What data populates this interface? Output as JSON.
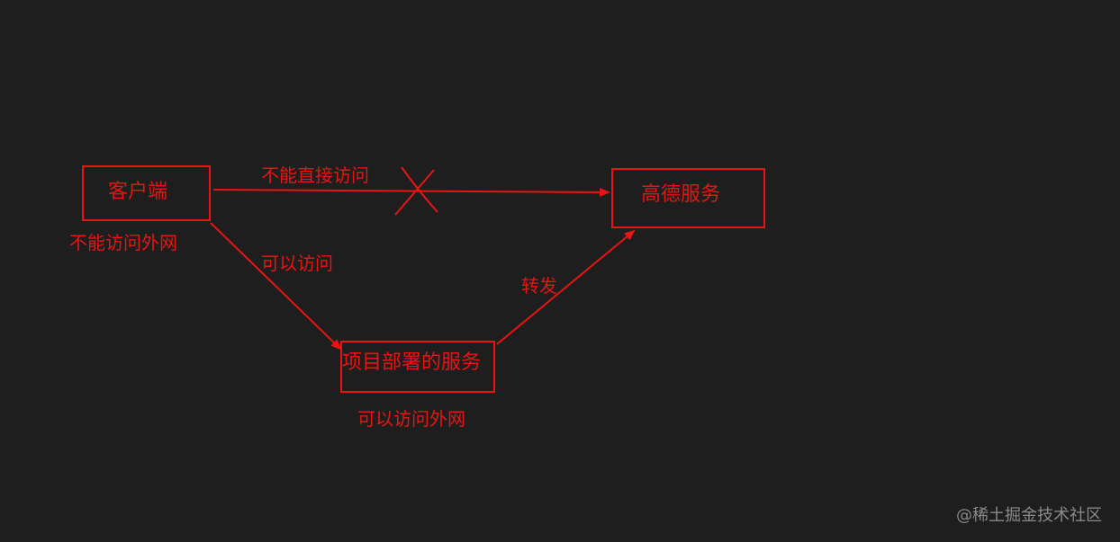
{
  "nodes": {
    "client": {
      "label": "客户端",
      "note": "不能访问外网"
    },
    "gaode": {
      "label": "高德服务"
    },
    "project": {
      "label": "项目部署的服务",
      "note": "可以访问外网"
    }
  },
  "edges": {
    "client_to_gaode": {
      "label": "不能直接访问"
    },
    "client_to_project": {
      "label": "可以访问"
    },
    "project_to_gaode": {
      "label": "转发"
    }
  },
  "watermark": "@稀土掘金技术社区",
  "colors": {
    "background": "#1e1e1e",
    "stroke": "#e81414",
    "watermark": "#8a8a8a"
  }
}
